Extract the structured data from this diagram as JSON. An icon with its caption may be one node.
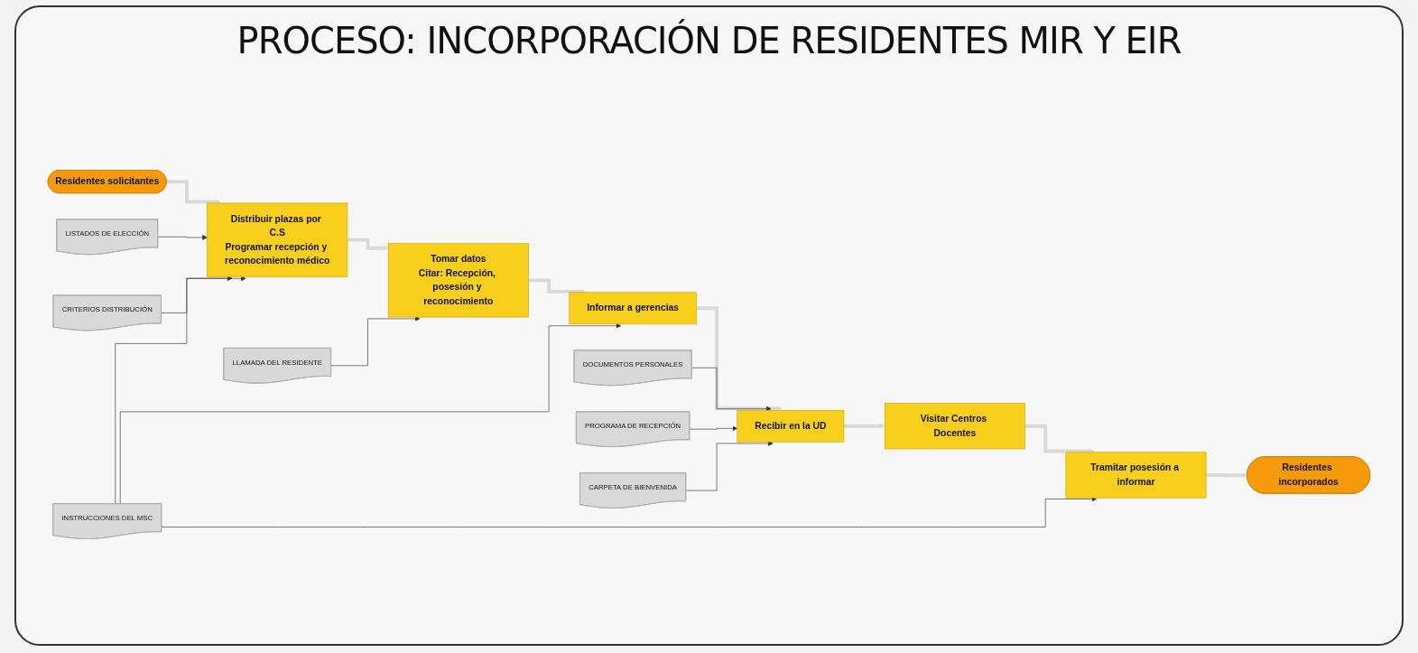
{
  "diagram": {
    "title": "PROCESO: INCORPORACIÓN DE RESIDENTES MIR Y EIR",
    "nodes": [
      {
        "text": [
          "Residentes solicitantes"
        ]
      },
      {
        "text": [
          "Distribuir plazas por C.S",
          "Programar recepción y reconocimiento médico"
        ]
      },
      {
        "text": [
          "Tomar datos",
          "Citar: Recepción, posesión y reconocimiento"
        ]
      },
      {
        "text": [
          "Informar a gerencias"
        ]
      },
      {
        "text": [
          "Recibir en la UD"
        ]
      },
      {
        "text": [
          "Visitar Centros Docentes"
        ]
      },
      {
        "text": [
          "Tramitar posesión a informar"
        ]
      },
      {
        "text": [
          "Residentes incorporados"
        ]
      },
      {
        "text": [
          "INSTRUCCIONES DEL MSC"
        ]
      },
      {
        "text": [
          "LISTADOS DE ELECCIÓN"
        ]
      },
      {
        "text": [
          "CRITERIOS DISTRIBUCIÓN"
        ]
      },
      {
        "text": [
          "LLAMADA DEL RESIDENTE"
        ]
      },
      {
        "text": [
          "DOCUMENTOS PERSONALES"
        ]
      },
      {
        "text": [
          "PROGRAMA DE RECEPCIÓN"
        ]
      },
      {
        "text": [
          "CARPETA DE BIENVENIDA"
        ]
      }
    ],
    "edges": [
      {
        "from": 0,
        "to": 1,
        "arrow": "to",
        "style": "thick",
        "color": "#d9d9d9"
      },
      {
        "from": 1,
        "to": 2,
        "arrow": "to",
        "style": "thick",
        "color": "#d9d9d9"
      },
      {
        "from": 2,
        "to": 3,
        "arrow": "to",
        "style": "thick",
        "color": "#d9d9d9"
      },
      {
        "from": 3,
        "to": 4,
        "arrow": "to",
        "style": "thick",
        "color": "#d9d9d9"
      },
      {
        "from": 4,
        "to": 5,
        "arrow": "to",
        "style": "thick",
        "color": "#d9d9d9"
      },
      {
        "from": 5,
        "to": 6,
        "arrow": "to",
        "style": "thick",
        "color": "#d9d9d9"
      },
      {
        "from": 6,
        "to": 7,
        "arrow": "to",
        "style": "thick",
        "color": "#d9d9d9"
      },
      {
        "from": 9,
        "to": 1,
        "arrow": "to"
      },
      {
        "from": 8,
        "to": 1,
        "arrow": "to"
      },
      {
        "from": 10,
        "to": 1,
        "arrow": "to"
      },
      {
        "from": 11,
        "to": 2,
        "arrow": "to"
      },
      {
        "from": 8,
        "to": 3,
        "arrow": "to"
      },
      {
        "from": 8,
        "to": 6,
        "arrow": "to"
      },
      {
        "from": 12,
        "to": 4,
        "arrow": "to"
      },
      {
        "from": 13,
        "to": 4,
        "arrow": "to"
      },
      {
        "from": 14,
        "to": 4,
        "arrow": "to"
      }
    ]
  }
}
